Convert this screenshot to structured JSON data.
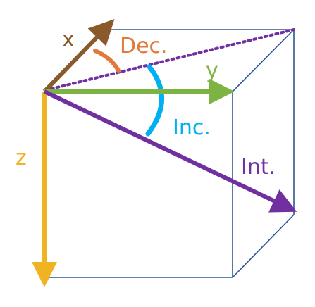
{
  "labels": {
    "x": "x",
    "y": "y",
    "z": "z",
    "declination": "Dec.",
    "inclination": "Inc.",
    "intensity": "Int."
  },
  "colors": {
    "box": "#2f5597",
    "x_axis": "#8b5a2b",
    "y_axis": "#7cb342",
    "z_axis": "#f0b323",
    "intensity": "#7030a0",
    "declination": "#e07a3a",
    "inclination": "#00b0f0"
  }
}
